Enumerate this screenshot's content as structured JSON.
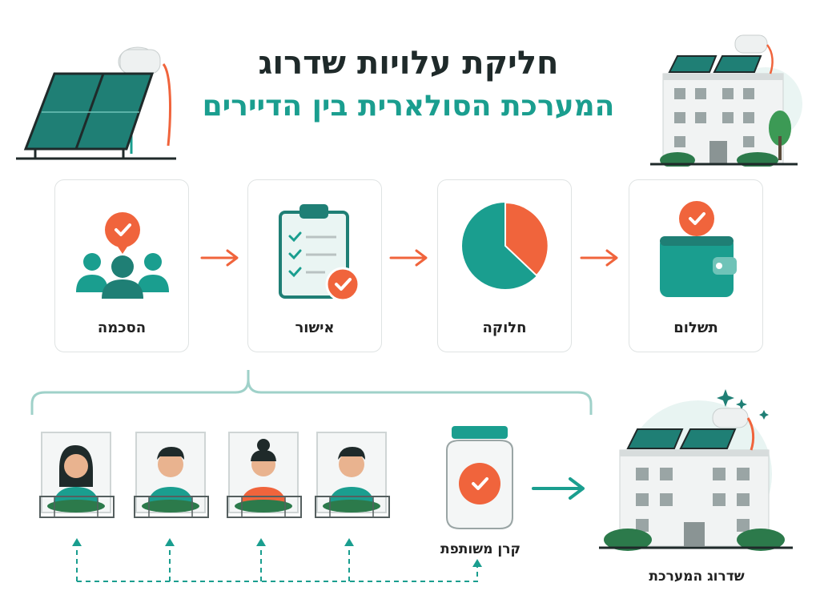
{
  "title": {
    "line1": "חליקת עלויות שדרוג",
    "line2": "המערכת הסולארית בין הדיירים"
  },
  "steps": [
    {
      "label": "הסכמה",
      "icon": "people-check-icon"
    },
    {
      "label": "אישור",
      "icon": "clipboard-check-icon"
    },
    {
      "label": "חלוקה",
      "icon": "pie-chart-icon"
    },
    {
      "label": "תשלום",
      "icon": "wallet-check-icon"
    }
  ],
  "fund": {
    "label": "קרן משותפת"
  },
  "upgrade": {
    "label": "שדרוג המערכת"
  },
  "residents": [
    {
      "icon": "woman-resident-icon",
      "shirt": "#1a9e8f"
    },
    {
      "icon": "man-resident-icon",
      "shirt": "#1a9e8f"
    },
    {
      "icon": "woman-bun-resident-icon",
      "shirt": "#f0643c"
    },
    {
      "icon": "man-resident-icon",
      "shirt": "#1a9e8f"
    }
  ],
  "colors": {
    "teal": "#1a9e8f",
    "orange": "#f0643c",
    "dark": "#1f2a2a"
  }
}
